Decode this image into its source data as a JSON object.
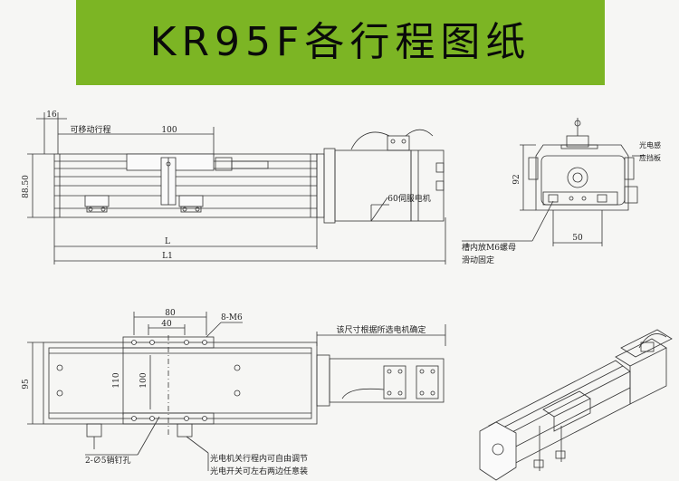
{
  "title": "KR95F各行程图纸",
  "colors": {
    "banner": "#7cb524",
    "background": "#f6f6f4",
    "line": "#333333"
  },
  "top_view": {
    "dim_16": "16",
    "travel_label": "可移动行程",
    "dim_100": "100",
    "dim_88_50": "88.50",
    "motor_label": "60伺服电机",
    "dim_L": "L",
    "dim_L1": "L1"
  },
  "end_view": {
    "sensor_label_line1": "光电感",
    "sensor_label_line2": "应挡板",
    "dim_92": "92",
    "dim_50": "50",
    "nut_label_line1": "槽内放M6螺母",
    "nut_label_line2": "滑动固定"
  },
  "plan_view": {
    "dim_80": "80",
    "dim_40": "40",
    "bolt_label": "8-M6",
    "motor_note": "该尺寸根据所选电机确定",
    "dim_95": "95",
    "dim_110": "110",
    "dim_100": "100",
    "pin_label": "2-∅5销钉孔",
    "switch_note_line1": "光电机关行程内可自由调节",
    "switch_note_line2": "光电开关可左右两边任意装"
  }
}
